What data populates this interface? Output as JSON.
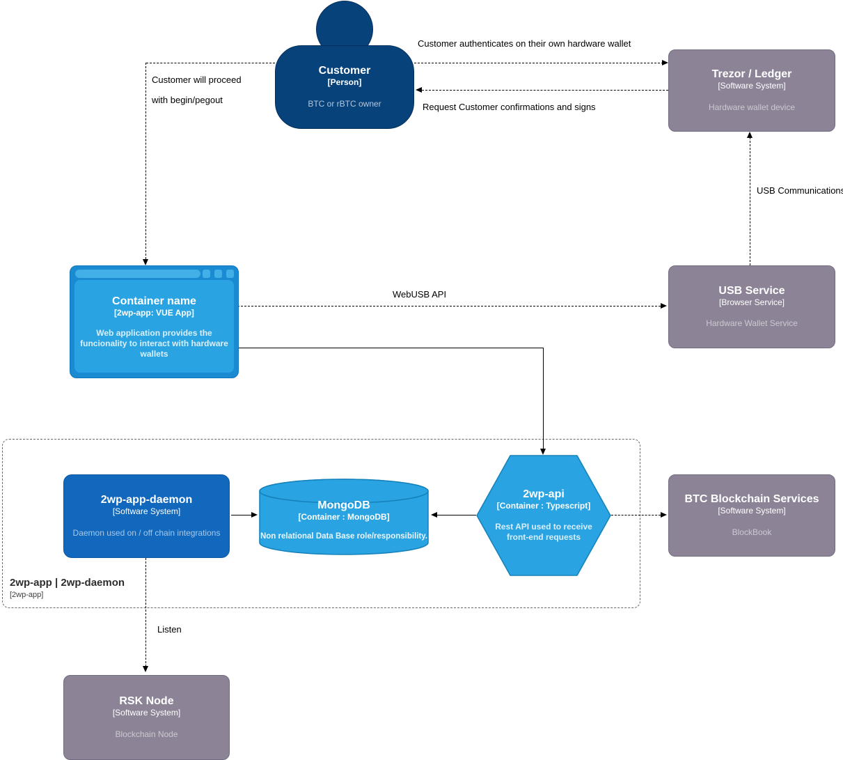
{
  "colors": {
    "person_fill": "#08427b",
    "software_system_blue": "#1168bd",
    "external_gray": "#8c8496",
    "container_light_blue": "#29a3e2",
    "line_black": "#000000",
    "boundary_gray": "#676767"
  },
  "nodes": {
    "customer": {
      "title": "Customer",
      "subtitle": "[Person]",
      "description": "BTC or rBTC owner"
    },
    "trezor": {
      "title": "Trezor / Ledger",
      "subtitle": "[Software System]",
      "description": "Hardware wallet device"
    },
    "container": {
      "title": "Container name",
      "subtitle": "[2wp-app: VUE App]",
      "description": "Web application provides the funcionality to interact with hardware wallets"
    },
    "usb": {
      "title": "USB Service",
      "subtitle": "[Browser Service]",
      "description": "Hardware Wallet Service"
    },
    "daemon": {
      "title": "2wp-app-daemon",
      "subtitle": "[Software System]",
      "description": "Daemon used on / off chain integrations"
    },
    "mongodb": {
      "title": "MongoDB",
      "subtitle": "[Container : MongoDB]",
      "description": "Non relational Data Base role/responsibility."
    },
    "api": {
      "title": "2wp-api",
      "subtitle": "[Container : Typescript]",
      "description": "Rest API used to receive front-end requests"
    },
    "btc": {
      "title": "BTC Blockchain Services",
      "subtitle": "[Software System]",
      "description": "BlockBook"
    },
    "rsk": {
      "title": "RSK Node",
      "subtitle": "[Software System]",
      "description": "Blockchain Node"
    },
    "boundary": {
      "title": "2wp-app | 2wp-daemon",
      "subtitle": "[2wp-app]"
    }
  },
  "edges": {
    "auth": "Customer authenticates on their own hardware wallet",
    "request": "Request Customer confirmations and signs",
    "proceed1": "Customer will proceed",
    "proceed2": "with begin/pegout",
    "usb_comm": "USB Communications",
    "webusb": "WebUSB API",
    "listen": "Listen"
  }
}
